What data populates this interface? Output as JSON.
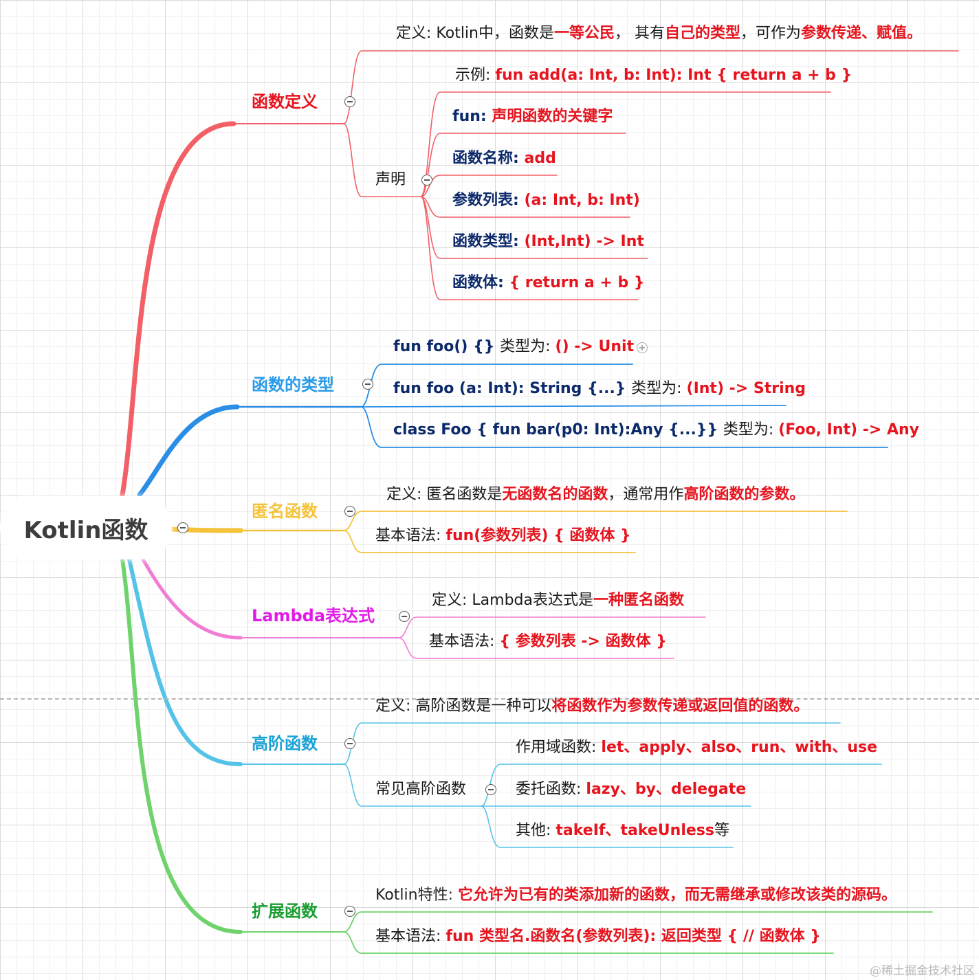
{
  "root": {
    "label": "Kotlin函数"
  },
  "colors": {
    "definition": "#f25f66",
    "type": "#2a8ee6",
    "anonymous": "#f5c33b",
    "lambda": "#f07cd4",
    "higher_order": "#55c3e8",
    "extension": "#6fd36b",
    "emphasis_red": "#e6141e",
    "navy": "#0c2a6b"
  },
  "definition": {
    "title": "函数定义",
    "def_prefix": "定义: Kotlin中，函数是",
    "def_hl1": "一等公民",
    "def_mid1": "， 其有",
    "def_hl2": "自己的类型",
    "def_mid2": "，可作为",
    "def_hl3": "参数传递、赋值。",
    "decl_label": "声明",
    "example_prefix": "示例: ",
    "example_code": "fun add(a: Int, b: Int): Int { return a + b }",
    "fun_key": "fun: ",
    "fun_val": "声明函数的关键字",
    "name_key": "函数名称: ",
    "name_val": "add",
    "params_key": "参数列表: ",
    "params_val": "(a: Int, b: Int)",
    "ftype_key": "函数类型: ",
    "ftype_val": "(Int,Int) -> Int",
    "body_key": "函数体: ",
    "body_val": "{ return a + b }"
  },
  "types": {
    "title": "函数的类型",
    "item1_code": "fun foo() {} ",
    "item1_label": "类型为:  ",
    "item1_type": "() -> Unit",
    "item2_code": "fun foo (a: Int): String {...} ",
    "item2_label": "类型为: ",
    "item2_type": "(Int) -> String",
    "item3_code": "class Foo { fun bar(p0: Int):Any {...}}  ",
    "item3_label": "类型为: ",
    "item3_type": "(Foo, Int) -> Any"
  },
  "anonymous": {
    "title": "匿名函数",
    "def_prefix": "定义: 匿名函数是",
    "def_hl1": "无函数名的函数",
    "def_mid": "，通常用作",
    "def_hl2": "高阶函数的参数。",
    "syntax_prefix": "基本语法: ",
    "syntax_code": "fun(参数列表) { 函数体 }"
  },
  "lambda": {
    "title": "Lambda表达式",
    "def_prefix": "定义: Lambda表达式是",
    "def_hl": "一种匿名函数",
    "syntax_prefix": "基本语法: ",
    "syntax_code": "{ 参数列表 -> 函数体 }"
  },
  "higher_order": {
    "title": "高阶函数",
    "def_prefix": "定义: 高阶函数是一种可以",
    "def_hl": "将函数作为参数传递或返回值的函数。",
    "common_label": "常见高阶函数",
    "scope_prefix": "作用域函数: ",
    "scope_vals": "let、apply、also、run、with、use",
    "delegate_prefix": "委托函数: ",
    "delegate_vals": "lazy、by、delegate",
    "other_prefix": "其他: ",
    "other_vals": "takeIf、takeUnless",
    "other_suffix": "等"
  },
  "extension": {
    "title": "扩展函数",
    "feature_prefix": "Kotlin特性: ",
    "feature_hl": "它允许为已有的类添加新的函数，而无需继承或修改该类的源码。",
    "syntax_prefix": "基本语法: ",
    "syntax_code": "fun 类型名.函数名(参数列表): 返回类型 { // 函数体 }"
  },
  "watermark": "@稀土掘金技术社区"
}
